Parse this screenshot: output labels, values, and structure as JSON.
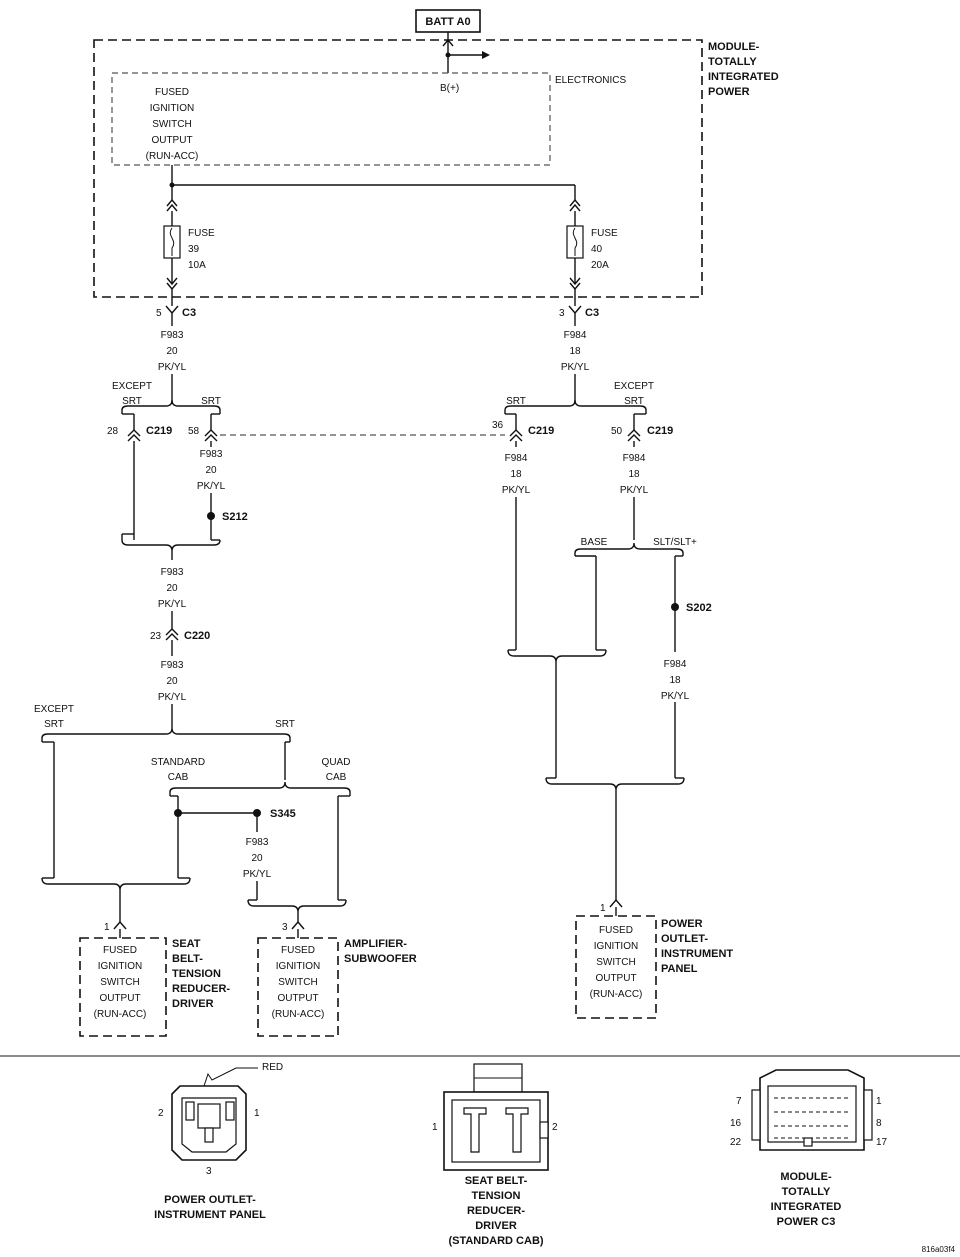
{
  "source": {
    "label": "BATT A0"
  },
  "module_tipm": {
    "name_lines": [
      "MODULE-",
      "TOTALLY",
      "INTEGRATED",
      "POWER"
    ],
    "electronics_label": "ELECTRONICS",
    "bplus_label": "B(+)",
    "output_lines": [
      "FUSED",
      "IGNITION",
      "SWITCH",
      "OUTPUT",
      "(RUN-ACC)"
    ]
  },
  "fuses": [
    {
      "lines": [
        "FUSE",
        "39",
        "10A"
      ]
    },
    {
      "lines": [
        "FUSE",
        "40",
        "20A"
      ]
    }
  ],
  "connectors": {
    "c3_left": {
      "pin": "5",
      "name": "C3"
    },
    "c3_right": {
      "pin": "3",
      "name": "C3"
    },
    "c219_28": {
      "pin": "28",
      "name": "C219"
    },
    "c219_58": {
      "pin": "58",
      "name": "C219"
    },
    "c219_36": {
      "pin": "36",
      "name": "C219"
    },
    "c219_50": {
      "pin": "50",
      "name": "C219"
    },
    "c220_23": {
      "pin": "23",
      "name": "C220"
    }
  },
  "splices": {
    "s212": "S212",
    "s202": "S202",
    "s345": "S345"
  },
  "wires": {
    "f983": [
      "F983",
      "20",
      "PK/YL"
    ],
    "f984": [
      "F984",
      "18",
      "PK/YL"
    ]
  },
  "branches": {
    "except_srt": [
      "EXCEPT",
      "SRT"
    ],
    "srt": "SRT",
    "standard_cab": [
      "STANDARD",
      "CAB"
    ],
    "quad_cab": [
      "QUAD",
      "CAB"
    ],
    "base": "BASE",
    "slt": "SLT/SLT+"
  },
  "components": {
    "seat_belt": {
      "pin": "1",
      "name_lines": [
        "SEAT",
        "BELT-",
        "TENSION",
        "REDUCER-",
        "DRIVER"
      ]
    },
    "amplifier": {
      "pin": "3",
      "name_lines": [
        "AMPLIFIER-",
        "SUBWOOFER"
      ]
    },
    "power_outlet": {
      "pin": "1",
      "name_lines": [
        "POWER",
        "OUTLET-",
        "INSTRUMENT",
        "PANEL"
      ]
    }
  },
  "connector_views": {
    "power_outlet": {
      "red_label": "RED",
      "pins": [
        "2",
        "1",
        "3"
      ],
      "caption_lines": [
        "POWER OUTLET-",
        "INSTRUMENT PANEL"
      ]
    },
    "seat_belt": {
      "pins": [
        "1",
        "2"
      ],
      "caption_lines": [
        "SEAT BELT-",
        "TENSION",
        "REDUCER-",
        "DRIVER",
        "(STANDARD CAB)"
      ]
    },
    "tipm_c3": {
      "pins_left": [
        "7",
        "16",
        "22"
      ],
      "pins_right": [
        "1",
        "8",
        "17"
      ],
      "caption_lines": [
        "MODULE-",
        "TOTALLY",
        "INTEGRATED",
        "POWER C3"
      ]
    }
  },
  "figure_id": "816a03f4"
}
